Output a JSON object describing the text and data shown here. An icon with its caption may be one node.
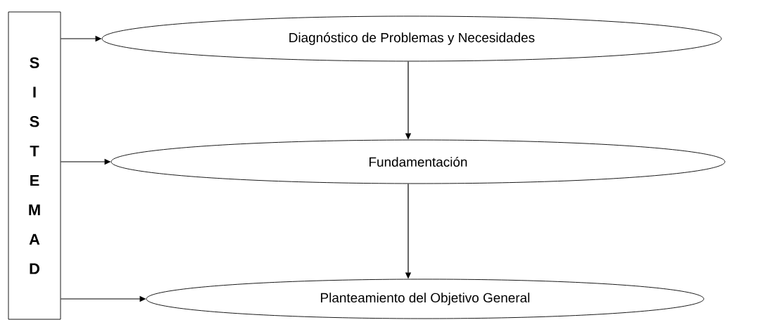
{
  "diagram": {
    "nodes": [
      {
        "text": [
          "S I S T E M A D"
        ]
      },
      {
        "text": [
          "Diagnóstico de Problemas y Necesidades"
        ]
      },
      {
        "text": [
          "Fundamentación"
        ]
      },
      {
        "text": [
          "Planteamiento del Objetivo General"
        ]
      }
    ],
    "edges": [
      {
        "from": 0,
        "to": 1,
        "arrow": "to"
      },
      {
        "from": 1,
        "to": 2,
        "arrow": "to"
      },
      {
        "from": 0,
        "to": 2,
        "arrow": "to"
      },
      {
        "from": 2,
        "to": 3,
        "arrow": "to"
      },
      {
        "from": 0,
        "to": 3,
        "arrow": "to"
      }
    ]
  }
}
